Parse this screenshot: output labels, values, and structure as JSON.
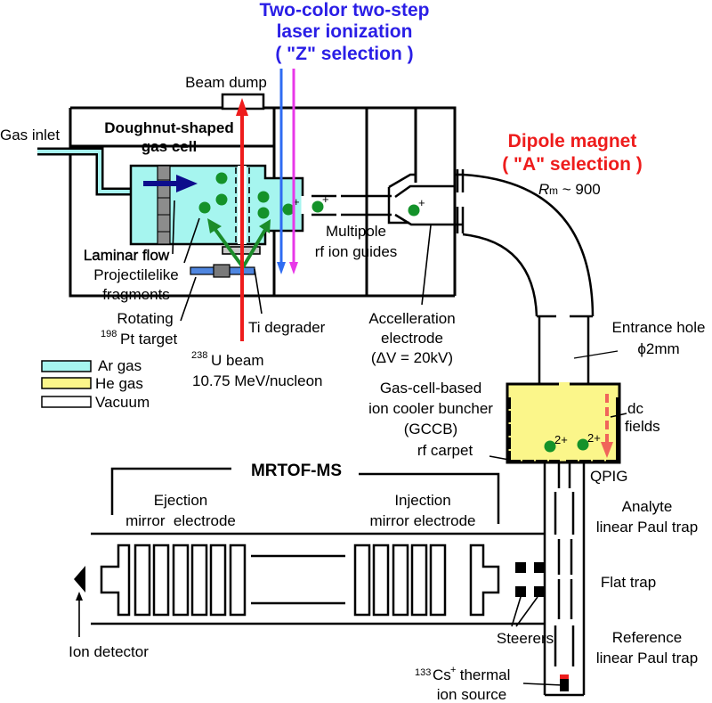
{
  "title": {
    "laser_line1": "Two-color two-step",
    "laser_line2": "laser ionization",
    "laser_line3": "( \"Z\" selection )",
    "dipole_line1": "Dipole magnet",
    "dipole_line2": "( \"A\" selection )"
  },
  "labels": {
    "beam_dump": "Beam dump",
    "gas_inlet": "Gas inlet",
    "gas_cell_line1": "Doughnut-shaped",
    "gas_cell_line2": "gas cell",
    "laminar_flow": "Laminar flow",
    "projectile_line1": "Projectilelike",
    "projectile_line2": "fragments",
    "rotating": "Rotating",
    "pt_mass": "198",
    "pt_target": "Pt target",
    "ti_degrader": "Ti degrader",
    "u_mass": "238",
    "u_beam": "U beam",
    "beam_energy": "10.75 MeV/nucleon",
    "multipole_line1": "Multipole",
    "multipole_line2": "rf ion guides",
    "accel_line1": "Accelleration",
    "accel_line2": "electrode",
    "accel_line3": "(ΔV = 20kV)",
    "rm_symbol": "R",
    "rm_sub": "m",
    "rm_value": " ~ 900",
    "entrance_line1": "Entrance hole",
    "entrance_line2": "ϕ2mm",
    "gccb_line1": "Gas-cell-based",
    "gccb_line2": "ion cooler buncher",
    "gccb_line3": "(GCCB)",
    "rf_carpet": "rf carpet",
    "dc_line1": "dc",
    "dc_line2": "fields",
    "qpig": "QPIG",
    "ion_charge_1": "+",
    "ion_charge_2": "2+",
    "mrtof": "MRTOF-MS",
    "ejection_line1": "Ejection",
    "ejection_line2": "mirror  electrode",
    "injection_line1": "Injection",
    "injection_line2": "mirror electrode",
    "analyte_line1": "Analyte",
    "analyte_line2": "linear Paul trap",
    "flat_trap": "Flat trap",
    "reference_line1": "Reference",
    "reference_line2": "linear Paul trap",
    "steerers": "Steerers",
    "ion_detector": "Ion detector",
    "cs_mass": "133",
    "cs_ion": "Cs",
    "cs_charge": "+",
    "cs_line1_rest": " thermal",
    "cs_line2": "ion source"
  },
  "legend": [
    {
      "label": "Ar gas",
      "color": "#a6f5ef"
    },
    {
      "label": "He gas",
      "color": "#fbf68a"
    },
    {
      "label": "Vacuum",
      "color": "#ffffff"
    }
  ],
  "colors": {
    "ar_gas": "#a6f5ef",
    "he_gas": "#fbf68a",
    "uranium_beam": "#ee1c1c",
    "laser_blue": "#2f6cf2",
    "laser_magenta": "#e838e8",
    "ion": "#14922a",
    "laminar_arrow": "#0d0d8c",
    "fragment_arrow": "#1b8c2a",
    "dc_field_arrow": "#f0645a",
    "target": "#4f86e0"
  }
}
